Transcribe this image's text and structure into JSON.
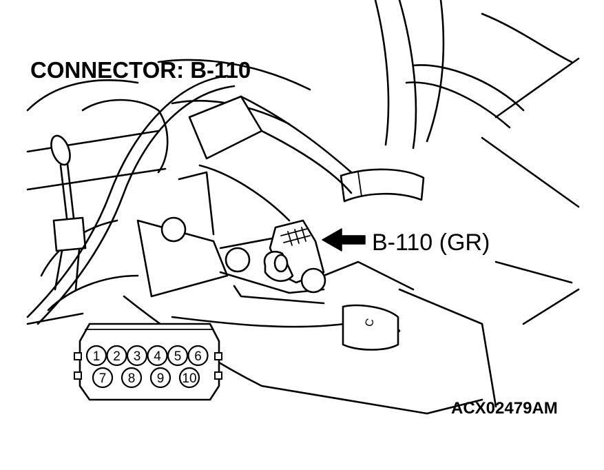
{
  "diagram": {
    "title": "CONNECTOR: B-110",
    "callout_label": "B-110 (GR)",
    "figure_code": "ACX02479AM",
    "housing_mark": "C",
    "connector_pins": {
      "top_row": [
        "1",
        "2",
        "3",
        "4",
        "5",
        "6"
      ],
      "bottom_row": [
        "7",
        "8",
        "9",
        "10"
      ]
    },
    "colors": {
      "line": "#000000",
      "background": "#ffffff"
    }
  }
}
